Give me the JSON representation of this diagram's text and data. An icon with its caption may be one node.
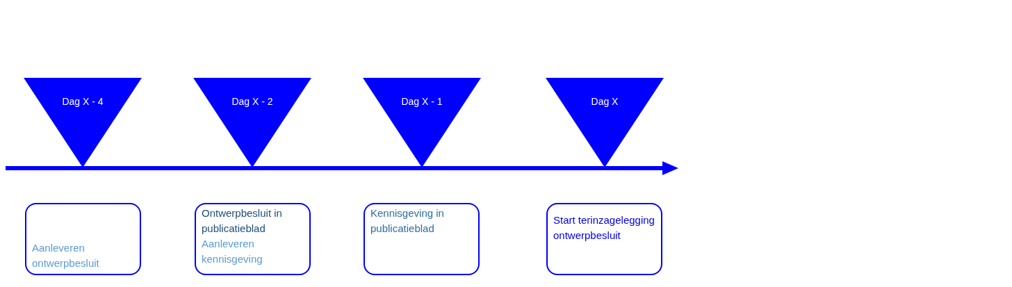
{
  "diagram": {
    "nodes": [
      {
        "text": [
          "Dag X - 4"
        ]
      },
      {
        "text": [
          "Dag X - 2"
        ]
      },
      {
        "text": [
          "Dag X - 1"
        ]
      },
      {
        "text": [
          "Dag X"
        ]
      },
      {
        "text": [
          "Aanleveren ontwerpbesluit"
        ]
      },
      {
        "text": [
          "Ontwerpbesluit in publicatieblad",
          "Aanleveren kennisgeving"
        ]
      },
      {
        "text": [
          "Kennisgeving in publicatieblad"
        ]
      },
      {
        "text": [
          "Start terinzagelegging ontwerpbesluit"
        ]
      }
    ]
  }
}
